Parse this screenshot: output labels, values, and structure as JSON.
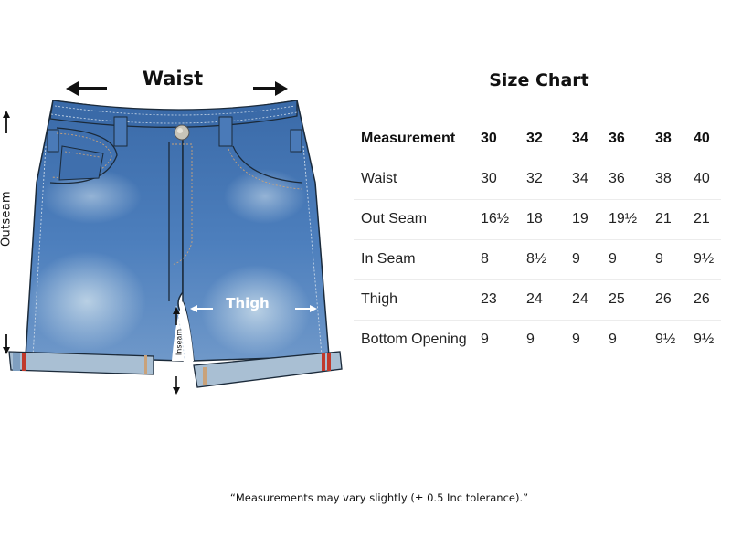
{
  "illustration": {
    "waist_label": "Waist",
    "outseam_label": "Outseam",
    "inseam_label": "Inseam",
    "thigh_label": "Thigh",
    "icons": [
      "arrow-left-icon",
      "arrow-right-icon",
      "arrow-up-icon",
      "arrow-down-icon"
    ],
    "colors": {
      "denim_dark": "#2f5f9c",
      "denim_mid": "#4a7ab8",
      "denim_light": "#9bb8d6",
      "cuff": "#a9bfd3",
      "stitch": "#c9a27a",
      "button": "#c8c4b8",
      "selvedge_red": "#c0392b"
    }
  },
  "size_chart": {
    "title": "Size Chart",
    "columns": [
      "Measurement",
      "30",
      "32",
      "34",
      "36",
      "38",
      "40"
    ],
    "rows": [
      {
        "label": "Waist",
        "values": [
          "30",
          "32",
          "34",
          "36",
          "38",
          "40"
        ]
      },
      {
        "label": "Out Seam",
        "values": [
          "16½",
          "18",
          "19",
          "19½",
          "21",
          "21"
        ]
      },
      {
        "label": "In Seam",
        "values": [
          "8",
          "8½",
          "9",
          "9",
          "9",
          "9½"
        ]
      },
      {
        "label": "Thigh",
        "values": [
          "23",
          "24",
          "24",
          "25",
          "26",
          "26"
        ]
      },
      {
        "label": "Bottom Opening",
        "values": [
          "9",
          "9",
          "9",
          "9",
          "9½",
          "9½"
        ]
      }
    ]
  },
  "footer": {
    "disclaimer": "“Measurements may vary slightly (± 0.5 Inc tolerance).”"
  }
}
